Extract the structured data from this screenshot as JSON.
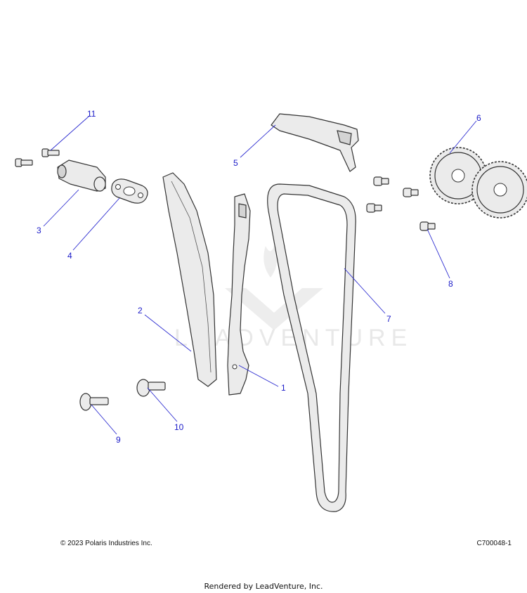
{
  "watermark": {
    "text": "LEADVENTURE"
  },
  "callouts": [
    {
      "id": "1",
      "label": "1"
    },
    {
      "id": "2",
      "label": "2"
    },
    {
      "id": "3",
      "label": "3"
    },
    {
      "id": "4",
      "label": "4"
    },
    {
      "id": "5",
      "label": "5"
    },
    {
      "id": "6",
      "label": "6"
    },
    {
      "id": "7",
      "label": "7"
    },
    {
      "id": "8",
      "label": "8"
    },
    {
      "id": "9",
      "label": "9"
    },
    {
      "id": "10",
      "label": "10"
    },
    {
      "id": "11",
      "label": "11"
    }
  ],
  "footer": {
    "copyright": "© 2023 Polaris Industries Inc.",
    "figure_id": "C700048-1",
    "rendered_by": "Rendered by LeadVenture, Inc."
  }
}
